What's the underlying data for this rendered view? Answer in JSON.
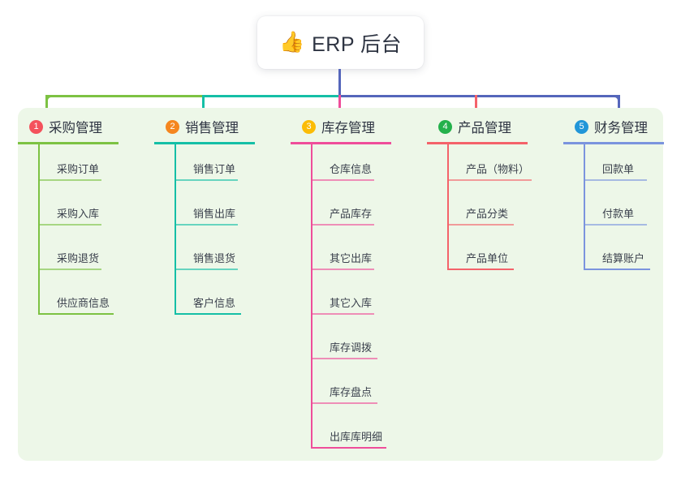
{
  "root": {
    "emoji": "👍",
    "emoji_name": "thumbs-up-icon",
    "title": "ERP 后台"
  },
  "theme": {
    "panel_bg": "#edf7e8",
    "page_bg": "#ffffff",
    "text": "#2e3442",
    "item_text": "#3b414d"
  },
  "connectors": {
    "trunk_color": "#5566bb",
    "bus_left_color": "#7dc243",
    "bus_mid_color": "#15bfa6",
    "bus_right_color": "#5566bb",
    "drop_colors": [
      "#7dc243",
      "#15bfa6",
      "#ef4d9a",
      "#f4626a",
      "#5566bb"
    ]
  },
  "columns": [
    {
      "index": "1",
      "title": "采购管理",
      "badge_color": "#f4525c",
      "line_color": "#7dc243",
      "rule_width": 124,
      "items": [
        {
          "label": "采购订单",
          "rule_width": 78
        },
        {
          "label": "采购入库",
          "rule_width": 78
        },
        {
          "label": "采购退货",
          "rule_width": 78
        },
        {
          "label": "供应商信息",
          "rule_width": 93
        }
      ]
    },
    {
      "index": "2",
      "title": "销售管理",
      "badge_color": "#f5861f",
      "line_color": "#15bfa6",
      "rule_width": 124,
      "items": [
        {
          "label": "销售订单",
          "rule_width": 78
        },
        {
          "label": "销售出库",
          "rule_width": 78
        },
        {
          "label": "销售退货",
          "rule_width": 78
        },
        {
          "label": "客户信息",
          "rule_width": 82
        }
      ]
    },
    {
      "index": "3",
      "title": "库存管理",
      "badge_color": "#fbbc05",
      "line_color": "#ef4d9a",
      "rule_width": 124,
      "items": [
        {
          "label": "仓库信息",
          "rule_width": 78
        },
        {
          "label": "产品库存",
          "rule_width": 78
        },
        {
          "label": "其它出库",
          "rule_width": 78
        },
        {
          "label": "其它入库",
          "rule_width": 78
        },
        {
          "label": "库存调拨",
          "rule_width": 82
        },
        {
          "label": "库存盘点",
          "rule_width": 82
        },
        {
          "label": "出库库明细",
          "rule_width": 93
        }
      ]
    },
    {
      "index": "4",
      "title": "产品管理",
      "badge_color": "#24b14b",
      "line_color": "#f4626a",
      "rule_width": 124,
      "items": [
        {
          "label": "产品（物料）",
          "rule_width": 104
        },
        {
          "label": "产品分类",
          "rule_width": 82
        },
        {
          "label": "产品单位",
          "rule_width": 82
        }
      ]
    },
    {
      "index": "5",
      "title": "财务管理",
      "badge_color": "#2196d8",
      "line_color": "#7b94de",
      "rule_width": 124,
      "items": [
        {
          "label": "回款单",
          "rule_width": 78
        },
        {
          "label": "付款单",
          "rule_width": 78
        },
        {
          "label": "结算账户",
          "rule_width": 82
        }
      ]
    }
  ]
}
